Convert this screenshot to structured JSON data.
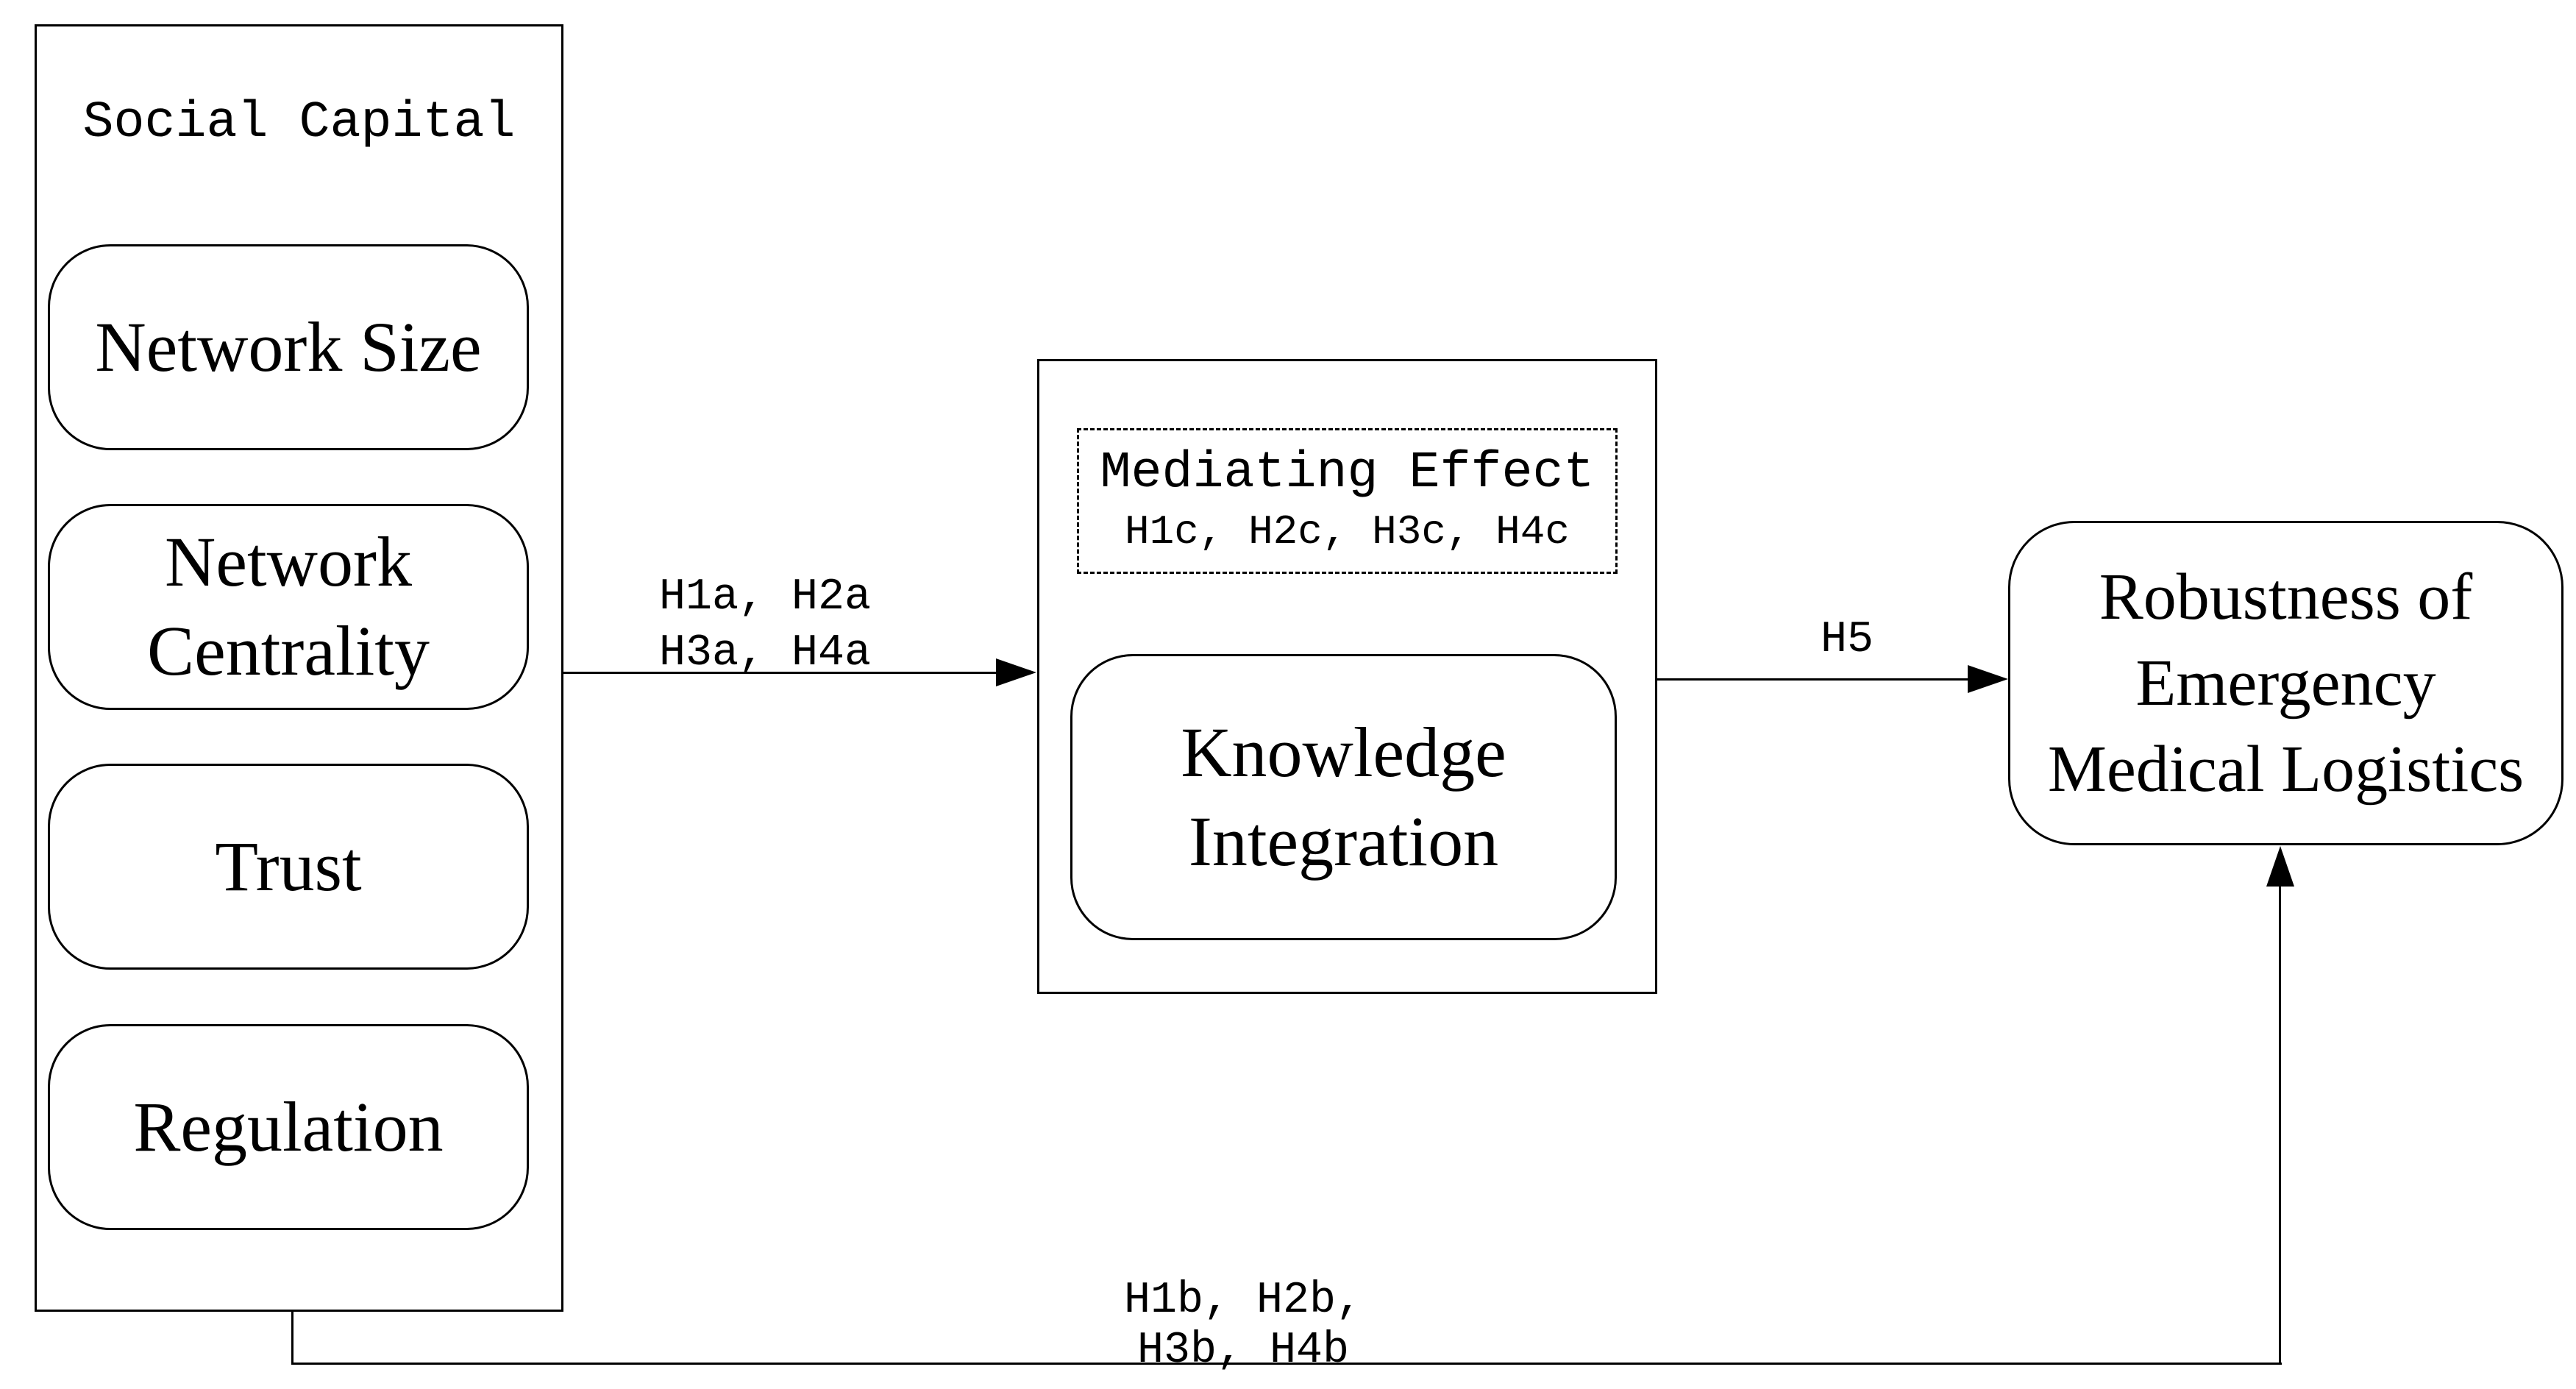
{
  "diagram": {
    "background_color": "#ffffff",
    "line_color": "#000000",
    "social_capital": {
      "title": "Social Capital",
      "items": [
        {
          "label": "Network Size"
        },
        {
          "label": "Network\nCentrality"
        },
        {
          "label": "Trust"
        },
        {
          "label": "Regulation"
        }
      ]
    },
    "mediation": {
      "mediating_effect_title": "Mediating Effect",
      "mediating_hypotheses": "H1c, H2c, H3c, H4c",
      "mediator_label": "Knowledge\nIntegration"
    },
    "outcome": {
      "label": "Robustness of\nEmergency\nMedical Logistics"
    },
    "arrows": {
      "direct_to_mediator": {
        "label_line1": "H1a, H2a",
        "label_line2": "H3a, H4a"
      },
      "mediator_to_outcome": {
        "label": "H5"
      },
      "direct_to_outcome": {
        "label": "H1b, H2b, H3b, H4b"
      }
    }
  }
}
